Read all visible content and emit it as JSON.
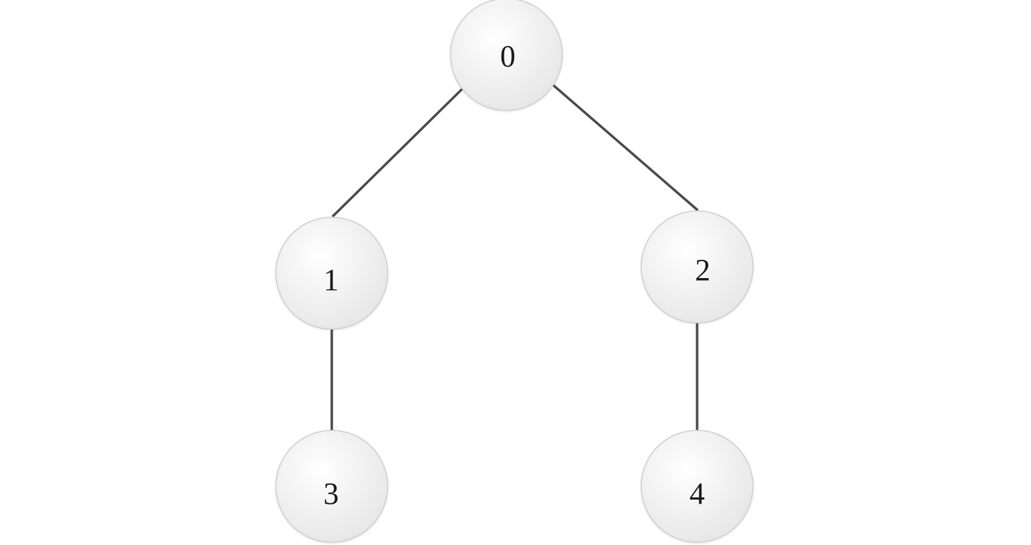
{
  "tree": {
    "nodes": [
      {
        "id": "n0",
        "label": "0"
      },
      {
        "id": "n1",
        "label": "1"
      },
      {
        "id": "n2",
        "label": "2"
      },
      {
        "id": "n3",
        "label": "3"
      },
      {
        "id": "n4",
        "label": "4"
      }
    ],
    "edges": [
      {
        "from": "n0",
        "to": "n1"
      },
      {
        "from": "n0",
        "to": "n2"
      },
      {
        "from": "n1",
        "to": "n3"
      },
      {
        "from": "n2",
        "to": "n4"
      }
    ],
    "colors": {
      "edge": "#4a4a4a",
      "node_fill_light": "#ffffff",
      "node_fill_dark": "#e6e6e6",
      "node_border": "#cfcfcf",
      "label": "#1a1a1a"
    }
  }
}
